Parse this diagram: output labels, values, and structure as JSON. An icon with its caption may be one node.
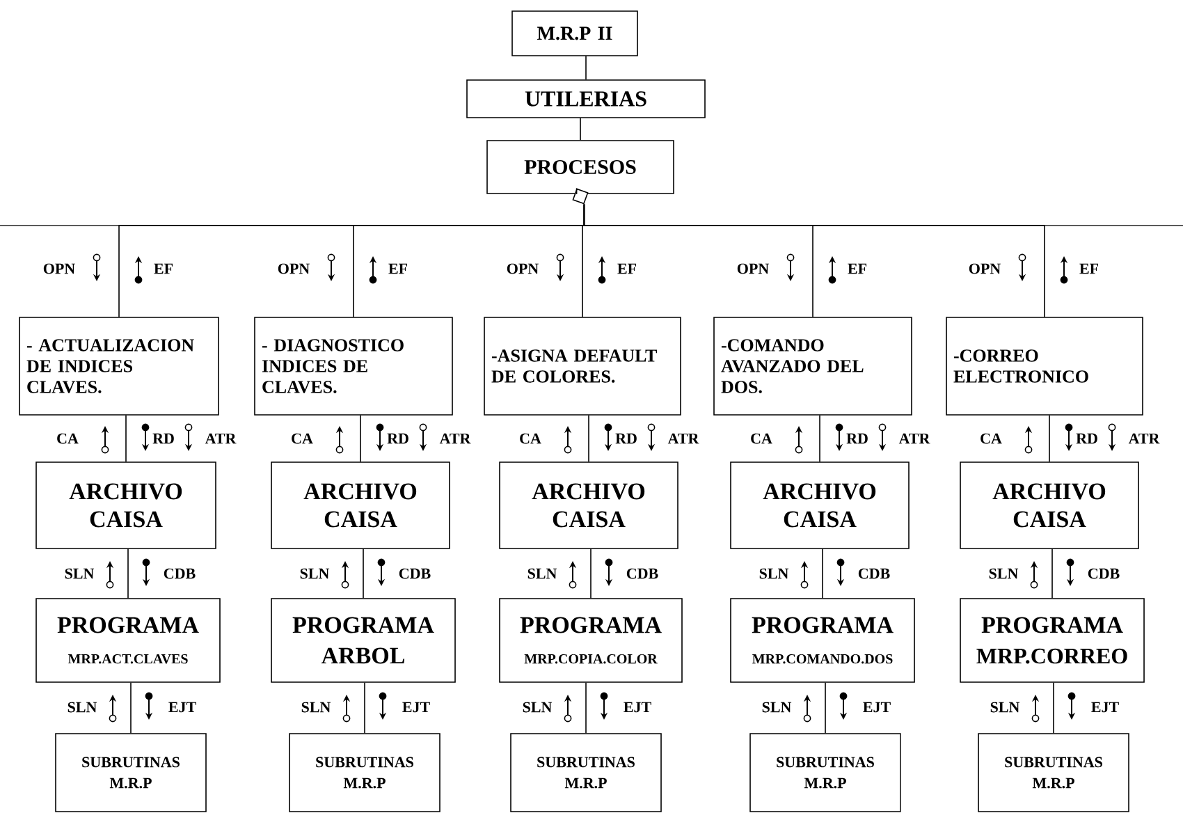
{
  "diagram": {
    "nodes": [
      {
        "text": [
          "M.R.P II"
        ]
      },
      {
        "text": [
          "UTILERIAS"
        ]
      },
      {
        "text": [
          "PROCESOS"
        ]
      },
      {
        "text": [],
        "shape": "diamond"
      },
      {
        "text": [
          "- ACTUALIZACION DE INDICES CLAVES."
        ]
      },
      {
        "text": [
          "- DIAGNOSTICO INDICES DE CLAVES."
        ]
      },
      {
        "text": [
          "-ASIGNA DEFAULT DE COLORES."
        ]
      },
      {
        "text": [
          "-COMANDO AVANZADO DEL DOS."
        ]
      },
      {
        "text": [
          "-CORREO ELECTRONICO"
        ]
      },
      {
        "text": [
          "ARCHIVO CAISA"
        ]
      },
      {
        "text": [
          "ARCHIVO CAISA"
        ]
      },
      {
        "text": [
          "ARCHIVO CAISA"
        ]
      },
      {
        "text": [
          "ARCHIVO CAISA"
        ]
      },
      {
        "text": [
          "ARCHIVO CAISA"
        ]
      },
      {
        "text": [
          "PROGRAMA",
          "MRP.ACT.CLAVES"
        ]
      },
      {
        "text": [
          "PROGRAMA",
          "ARBOL"
        ]
      },
      {
        "text": [
          "PROGRAMA",
          "MRP.COPIA.COLOR"
        ]
      },
      {
        "text": [
          "PROGRAMA",
          "MRP.COMANDO.DOS"
        ]
      },
      {
        "text": [
          "PROGRAMA",
          "MRP.CORREO"
        ]
      },
      {
        "text": [
          "SUBRUTINAS",
          "M.R.P"
        ]
      },
      {
        "text": [
          "SUBRUTINAS",
          "M.R.P"
        ]
      },
      {
        "text": [
          "SUBRUTINAS",
          "M.R.P"
        ]
      },
      {
        "text": [
          "SUBRUTINAS",
          "M.R.P"
        ]
      },
      {
        "text": [
          "SUBRUTINAS",
          "M.R.P"
        ]
      }
    ],
    "edges": [
      {
        "from": 0,
        "to": 1,
        "arrow": "none"
      },
      {
        "from": 1,
        "to": 2,
        "arrow": "none"
      },
      {
        "from": 2,
        "to": 3,
        "arrow": "none"
      },
      {
        "from": 3,
        "to": 4,
        "arrow": "none"
      },
      {
        "from": 3,
        "to": 5,
        "arrow": "none"
      },
      {
        "from": 3,
        "to": 6,
        "arrow": "none"
      },
      {
        "from": 3,
        "to": 7,
        "arrow": "none"
      },
      {
        "from": 3,
        "to": 8,
        "arrow": "none"
      },
      {
        "from": 4,
        "to": 9,
        "arrow": "none"
      },
      {
        "from": 5,
        "to": 10,
        "arrow": "none"
      },
      {
        "from": 6,
        "to": 11,
        "arrow": "none"
      },
      {
        "from": 7,
        "to": 12,
        "arrow": "none"
      },
      {
        "from": 8,
        "to": 13,
        "arrow": "none"
      },
      {
        "from": 9,
        "to": 14,
        "arrow": "none"
      },
      {
        "from": 10,
        "to": 15,
        "arrow": "none"
      },
      {
        "from": 11,
        "to": 16,
        "arrow": "none"
      },
      {
        "from": 12,
        "to": 17,
        "arrow": "none"
      },
      {
        "from": 13,
        "to": 18,
        "arrow": "none"
      },
      {
        "from": 14,
        "to": 19,
        "arrow": "none"
      },
      {
        "from": 15,
        "to": 20,
        "arrow": "none"
      },
      {
        "from": 16,
        "to": 21,
        "arrow": "none"
      },
      {
        "from": 17,
        "to": 22,
        "arrow": "none"
      },
      {
        "from": 18,
        "to": 23,
        "arrow": "none"
      }
    ],
    "labels": [
      "OPN",
      "EF",
      "OPN",
      "EF",
      "OPN",
      "EF",
      "OPN",
      "EF",
      "OPN",
      "EF",
      "CA",
      "RD",
      "ATR",
      "CA",
      "RD",
      "ATR",
      "CA",
      "RD",
      "ATR",
      "CA",
      "RD",
      "ATR",
      "CA",
      "RD",
      "ATR",
      "SLN",
      "CDB",
      "SLN",
      "CDB",
      "SLN",
      "CDB",
      "SLN",
      "CDB",
      "SLN",
      "CDB",
      "SLN",
      "EJT",
      "SLN",
      "EJT",
      "SLN",
      "EJT",
      "SLN",
      "EJT",
      "SLN",
      "EJT"
    ]
  }
}
